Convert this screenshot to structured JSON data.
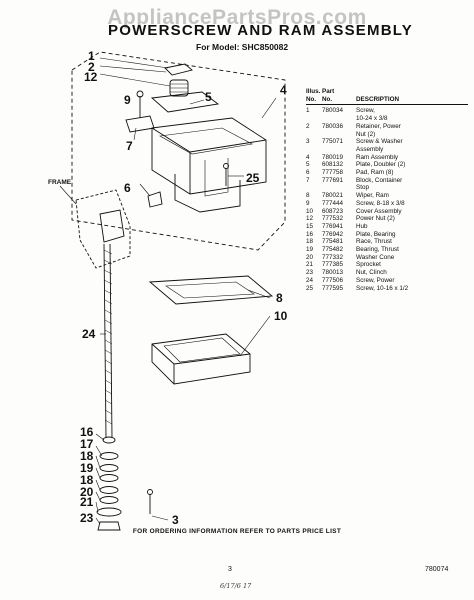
{
  "watermark": "AppliancePartsPros.com",
  "title": "POWERSCREW AND RAM ASSEMBLY",
  "model_line": "For Model: SHC850082",
  "frame_label": "FRAME",
  "table": {
    "header": {
      "illus_no": "Illus.\nNo.",
      "part_no": "Part\nNo.",
      "description": "DESCRIPTION"
    },
    "rows": [
      {
        "illus": "1",
        "part": "780034",
        "desc": "Screw,\n10-24 x 3/8"
      },
      {
        "illus": "2",
        "part": "780036",
        "desc": "Retainer, Power\nNut (2)"
      },
      {
        "illus": "3",
        "part": "775071",
        "desc": "Screw & Washer\nAssembly"
      },
      {
        "illus": "4",
        "part": "780019",
        "desc": "Ram Assembly"
      },
      {
        "illus": "5",
        "part": "608132",
        "desc": "Plate, Doubler (2)"
      },
      {
        "illus": "6",
        "part": "777758",
        "desc": "Pad, Ram (8)"
      },
      {
        "illus": "7",
        "part": "777691",
        "desc": "Block, Container\nStop"
      },
      {
        "illus": "8",
        "part": "780021",
        "desc": "Wiper, Ram"
      },
      {
        "illus": "9",
        "part": "777444",
        "desc": "Screw, 8-18 x 3/8"
      },
      {
        "illus": "10",
        "part": "608723",
        "desc": "Cover Assembly"
      },
      {
        "illus": "12",
        "part": "777532",
        "desc": "Power Nut (2)"
      },
      {
        "illus": "15",
        "part": "776941",
        "desc": "Hub"
      },
      {
        "illus": "16",
        "part": "776942",
        "desc": "Plate, Bearing"
      },
      {
        "illus": "18",
        "part": "775481",
        "desc": "Race, Thrust"
      },
      {
        "illus": "19",
        "part": "775482",
        "desc": "Bearing, Thrust"
      },
      {
        "illus": "20",
        "part": "777332",
        "desc": "Washer Cone"
      },
      {
        "illus": "21",
        "part": "777385",
        "desc": "Sprocket"
      },
      {
        "illus": "23",
        "part": "780013",
        "desc": "Nut, Clinch"
      },
      {
        "illus": "24",
        "part": "777506",
        "desc": "Screw, Power"
      },
      {
        "illus": "25",
        "part": "777595",
        "desc": "Screw, 10-16 x 1/2"
      }
    ]
  },
  "callouts": {
    "c1": "1",
    "c2": "2",
    "c12": "12",
    "c9": "9",
    "c5": "5",
    "c4": "4",
    "c7": "7",
    "c6": "6",
    "c25": "25",
    "c8": "8",
    "c10": "10",
    "c24": "24",
    "c16": "16",
    "c17": "17",
    "c18a": "18",
    "c19": "19",
    "c18b": "18",
    "c20": "20",
    "c21": "21",
    "c23": "23",
    "c3": "3"
  },
  "footer_note": "FOR ORDERING INFORMATION REFER TO PARTS PRICE LIST",
  "page_number": "3",
  "document_number": "780074",
  "handwritten_note": "6/17/6 17"
}
